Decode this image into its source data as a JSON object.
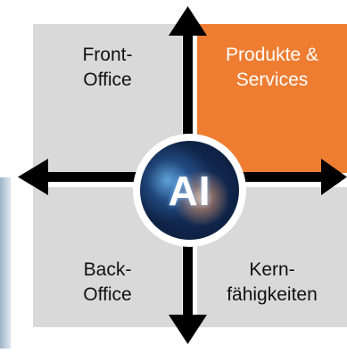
{
  "colors": {
    "quadrant_grey": "#d9d9d9",
    "accent_orange": "#ee7d31",
    "arrow": "#000000",
    "ai_circle": "#10254a"
  },
  "quadrants": {
    "top_left": {
      "label": "Front-\nOffice"
    },
    "top_right": {
      "label": "Produkte &\nServices",
      "highlighted": true
    },
    "bottom_left": {
      "label": "Back-\nOffice"
    },
    "bottom_right": {
      "label": "Kern-\nfähigkeiten"
    }
  },
  "center": {
    "label": "AI"
  },
  "arrows": [
    "up",
    "down",
    "left",
    "right"
  ]
}
